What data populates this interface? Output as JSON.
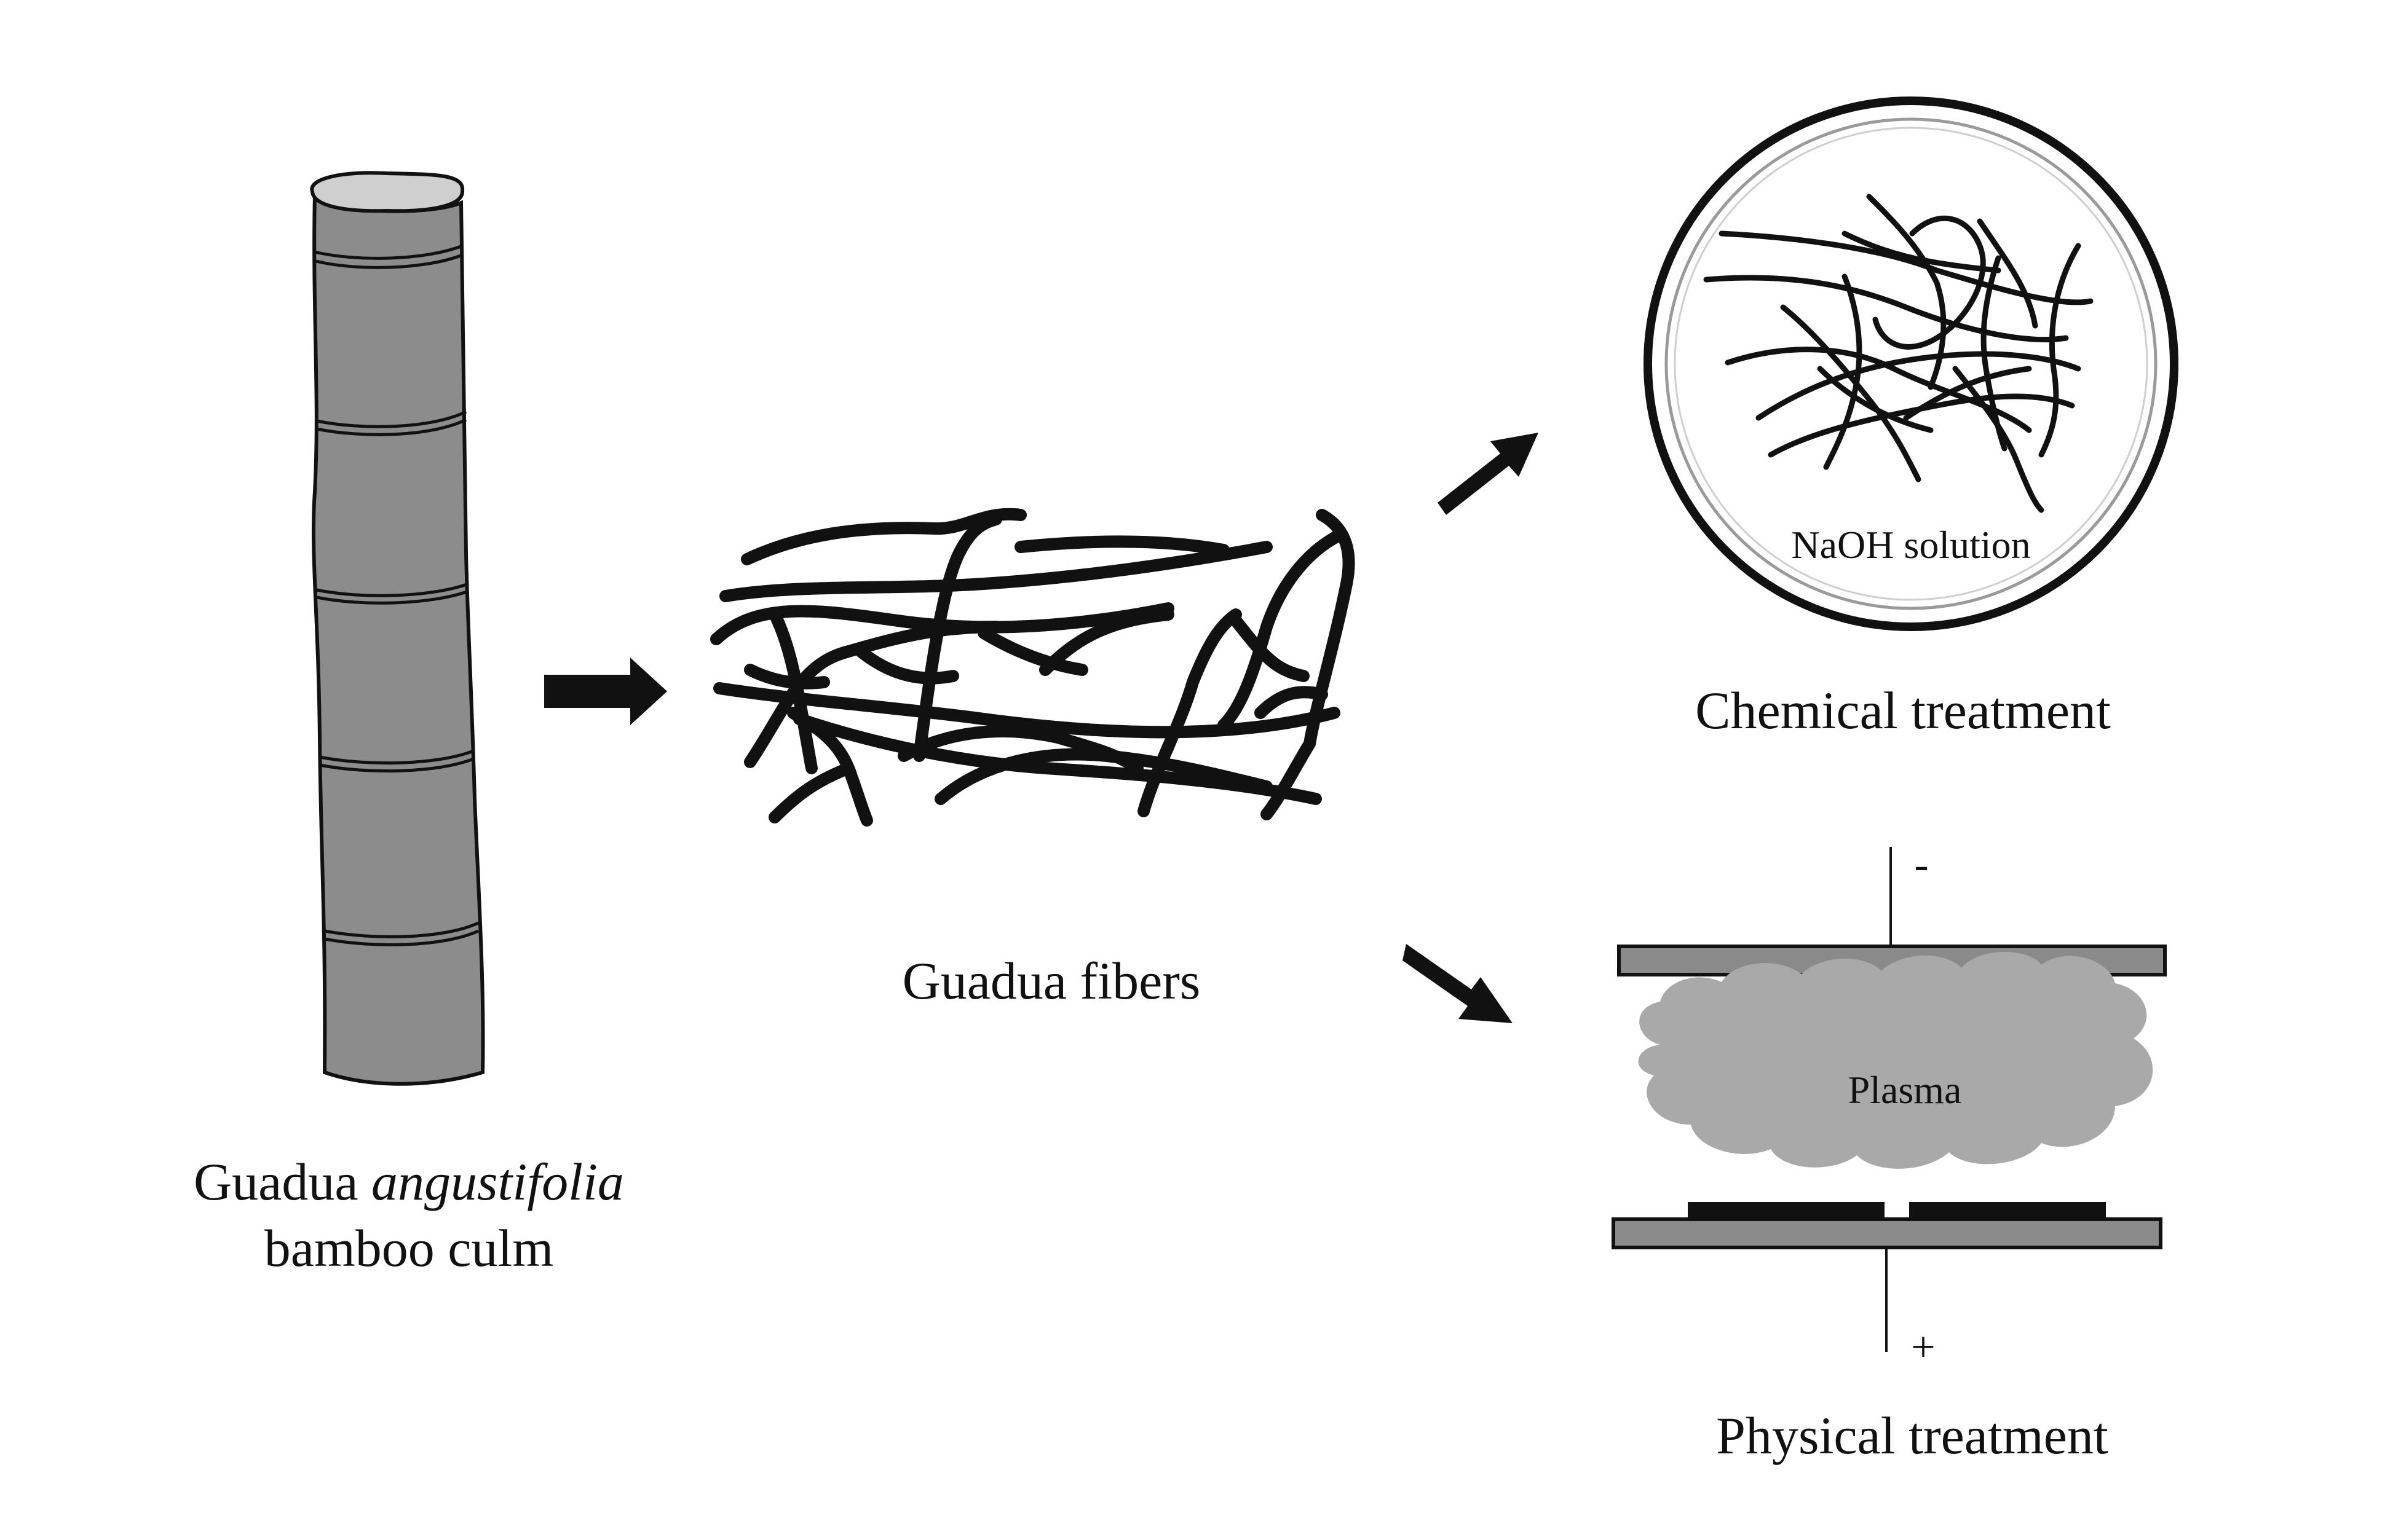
{
  "bamboo": {
    "label_line1_prefix": "Guadua ",
    "label_line1_italic": "angustifolia",
    "label_line2": "bamboo culm"
  },
  "fibers": {
    "label": "Guadua fibers"
  },
  "chemical": {
    "solution_label": "NaOH solution",
    "label": "Chemical treatment"
  },
  "physical": {
    "plasma_label": "Plasma",
    "negative_sign": "-",
    "positive_sign": "+",
    "label": "Physical treatment"
  },
  "colors": {
    "stroke": "#111111",
    "culm_fill": "#8c8c8c",
    "culm_top": "#cfcfcf",
    "plate_fill": "#8a8a8a",
    "plasma_fill": "#a9a9a9"
  }
}
